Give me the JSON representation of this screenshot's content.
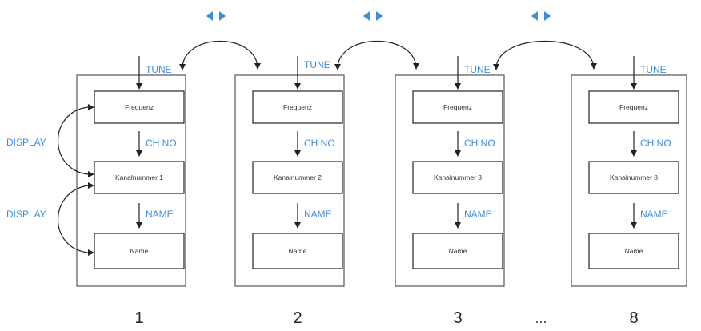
{
  "channels": [
    {
      "number": "1",
      "tune_label": "TUNE",
      "chno_label": "CH NO",
      "name_label": "NAME",
      "box_frequenz": "Frequenz",
      "box_kanal": "Kanalnummer 1",
      "box_name": "Name"
    },
    {
      "number": "2",
      "tune_label": "TUNE",
      "chno_label": "CH NO",
      "name_label": "NAME",
      "box_frequenz": "Frequenz",
      "box_kanal": "Kanalnummer 2",
      "box_name": "Name"
    },
    {
      "number": "3",
      "tune_label": "TUNE",
      "chno_label": "CH NO",
      "name_label": "NAME",
      "box_frequenz": "Frequenz",
      "box_kanal": "Kanalnummer 3",
      "box_name": "Name"
    },
    {
      "number": "8",
      "tune_label": "TUNE",
      "chno_label": "CH NO",
      "name_label": "NAME",
      "box_frequenz": "Frequenz",
      "box_kanal": "Kanalnummer 8",
      "box_name": "Name"
    }
  ],
  "side_labels": {
    "display_top": "DISPLAY",
    "display_bottom": "DISPLAY"
  },
  "ellipsis": "...",
  "colors": {
    "label_blue": "#3f8fd6",
    "line": "#222222",
    "frame": "#555555"
  },
  "icons": {
    "navigation": "left-right-arrows-icon"
  }
}
